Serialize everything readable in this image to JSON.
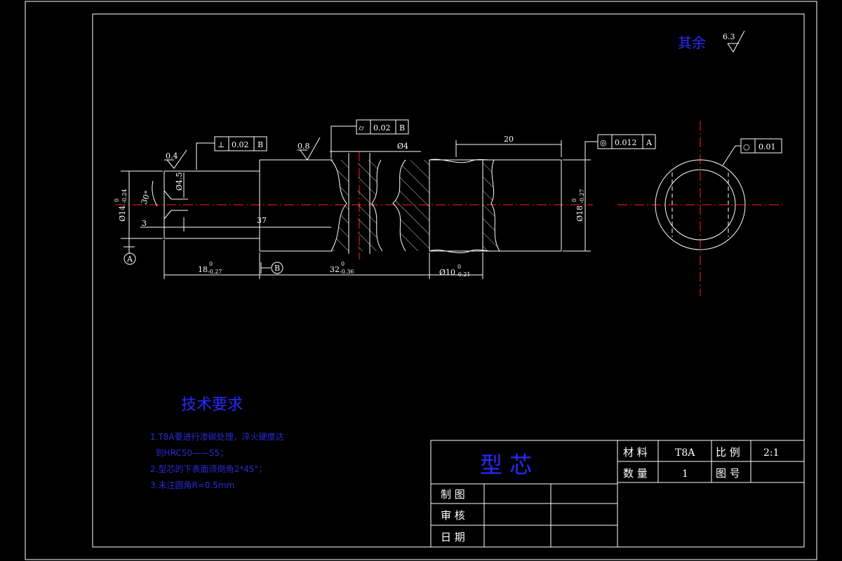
{
  "surface_note": {
    "label": "其余",
    "value": "6.3"
  },
  "drawing": {
    "roughness_left": "0.4",
    "roughness_mid": "0.8",
    "perp_tol": {
      "symbol": "⊥",
      "value": "0.02",
      "datum": "B"
    },
    "cyl_tol": {
      "symbol": "⌭",
      "value": "0.02",
      "datum": "B"
    },
    "conc_tol": {
      "symbol": "◎",
      "value": "0.012",
      "datum": "A"
    },
    "round_tol": {
      "symbol": "○",
      "value": "0.01"
    },
    "dim_hole": "Ø4.5",
    "dim_angle": "30°",
    "dim_3": "3",
    "dim_37": "37",
    "dim_phi4": "Ø4",
    "dim_20": "20",
    "dim_d14": {
      "main": "Ø14",
      "upper": "0",
      "lower": "-0.24"
    },
    "dim_d18": {
      "main": "Ø18",
      "upper": "0",
      "lower": "-0.27"
    },
    "dim_18": {
      "main": "18",
      "upper": "0",
      "lower": "-0.27"
    },
    "dim_32": {
      "main": "32",
      "upper": "0",
      "lower": "-0.36"
    },
    "dim_d10": {
      "main": "Ø10",
      "upper": "0",
      "lower": "-0.21"
    },
    "datum_a": "A",
    "datum_b": "B"
  },
  "requirements": {
    "title": "技术要求",
    "lines": [
      "1.T8A要进行渗碳处理，淬火硬度达",
      "  到HRC50——55；",
      "2.型芯的下表面须倒角2*45°；",
      "3.未注圆角R=0.5mm"
    ]
  },
  "title_block": {
    "part_name": "型    芯",
    "material_label": "材 料",
    "material": "T8A",
    "scale_label": "比 例",
    "scale": "2:1",
    "qty_label": "数 量",
    "qty": "1",
    "drawing_no_label": "图 号",
    "drawn_label": "制 图",
    "checked_label": "审 核",
    "date_label": "日 期"
  },
  "colors": {
    "line": "#ffffff",
    "center": "#ff2020",
    "note": "#2929ff"
  }
}
